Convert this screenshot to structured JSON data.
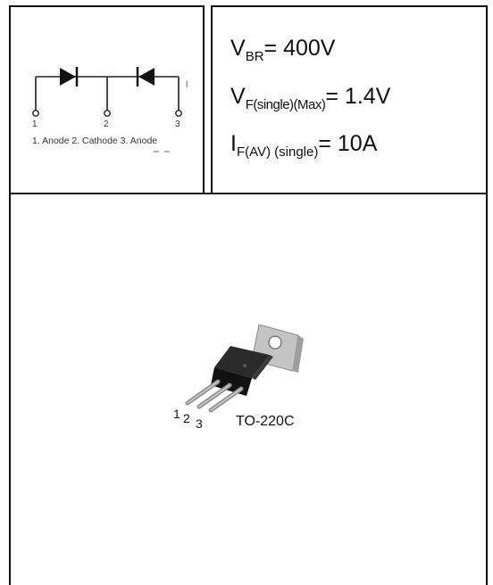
{
  "schematic": {
    "pin_labels": [
      "1",
      "2",
      "3"
    ],
    "caption": "1. Anode  2. Cathode  3. Anode",
    "stray_mark": "l"
  },
  "specs": [
    {
      "symbol": "V",
      "sub": "BR",
      "value": "= 400V"
    },
    {
      "symbol": "V",
      "sub": "F(single)(Max)",
      "value": "= 1.4V"
    },
    {
      "symbol": "I",
      "sub": "F(AV) (single)",
      "value": "= 10A"
    }
  ],
  "package": {
    "pin_numbers": [
      "1",
      "2",
      "3"
    ],
    "name": "TO-220C"
  },
  "colors": {
    "border": "#111111",
    "body_dark": "#1c1c1c",
    "tab_metal": "#bdbdbd",
    "lead_metal": "#9a9a9a"
  }
}
